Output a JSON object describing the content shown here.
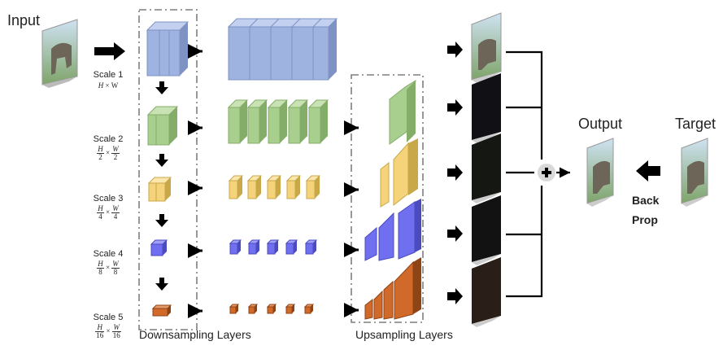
{
  "labels": {
    "input": "Input",
    "output": "Output",
    "target": "Target",
    "back_prop_line1": "Back",
    "back_prop_line2": "Prop",
    "downsampling": "Downsampling Layers",
    "upsampling": "Upsampling Layers"
  },
  "scales": [
    {
      "name": "Scale 1",
      "dim_h": "H",
      "dim_w": "W"
    },
    {
      "name": "Scale 2",
      "h_num": "H",
      "h_den": "2",
      "w_num": "W",
      "w_den": "2"
    },
    {
      "name": "Scale 3",
      "h_num": "H",
      "h_den": "4",
      "w_num": "W",
      "w_den": "4"
    },
    {
      "name": "Scale 4",
      "h_num": "H",
      "h_den": "8",
      "w_num": "W",
      "w_den": "8"
    },
    {
      "name": "Scale 5",
      "h_num": "H",
      "h_den": "16",
      "w_num": "W",
      "w_den": "16"
    }
  ],
  "times_symbol": "×",
  "colors": {
    "scale1": "#9eb3e0",
    "scale2": "#a8cf8e",
    "scale3": "#f5d37a",
    "scale4": "#6f6ff0",
    "scale5": "#d0692a",
    "dashed_box": "#7f7f7f",
    "arrow": "#000000"
  },
  "icons": {
    "photo": "elephant-photo-icon",
    "sum": "plus-circle-icon"
  }
}
